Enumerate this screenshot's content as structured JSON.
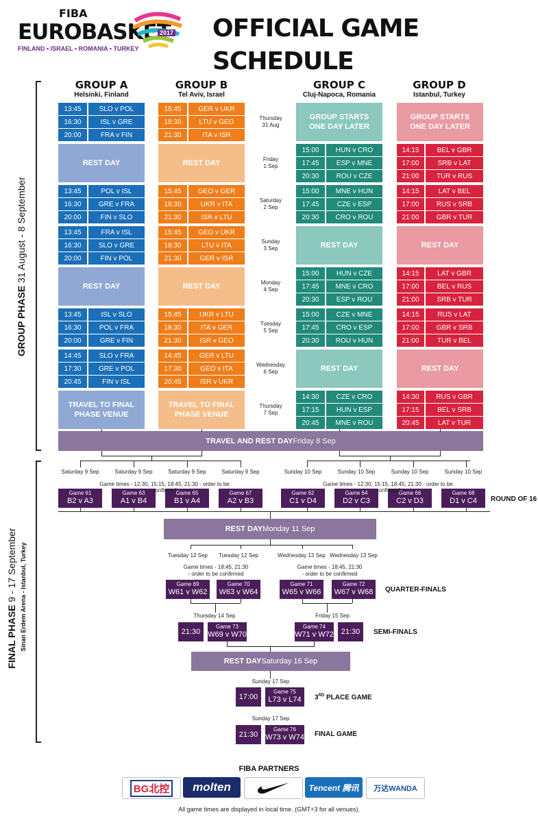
{
  "header": {
    "fiba": "FIBA",
    "eurobasket": "EUROBASKET",
    "hosts": "FINLAND • ISRAEL • ROMANIA • TURKEY",
    "year_badge": "2017",
    "title": "OFFICIAL GAME SCHEDULE"
  },
  "side_labels": {
    "group_phase_bold": "GROUP PHASE",
    "group_phase_dates": " 31 August - 8 September",
    "final_phase_bold": "FINAL PHASE",
    "final_phase_dates": " 9 - 17 September",
    "final_phase_venue": "Sinan Erdem Arena - Istanbul, Turkey"
  },
  "groups": [
    {
      "name": "GROUP A",
      "venue": "Helsinki, Finland"
    },
    {
      "name": "GROUP B",
      "venue": "Tel Aviv, Israel"
    },
    {
      "name": "GROUP C",
      "venue": "Cluj-Napoca, Romania"
    },
    {
      "name": "GROUP D",
      "venue": "Istanbul, Turkey"
    }
  ],
  "days": [
    {
      "day": "Thursday",
      "date": "31 Aug"
    },
    {
      "day": "Friday",
      "date": "1 Sep"
    },
    {
      "day": "Saturday",
      "date": "2 Sep"
    },
    {
      "day": "Sunday",
      "date": "3 Sep"
    },
    {
      "day": "Monday",
      "date": "4 Sep"
    },
    {
      "day": "Tuesday",
      "date": "5 Sep"
    },
    {
      "day": "Wednesday",
      "date": "6 Sep"
    },
    {
      "day": "Thursday",
      "date": "7 Sep"
    }
  ],
  "schedule": {
    "A": [
      [
        [
          "13:45",
          "SLO v POL"
        ],
        [
          "16:30",
          "ISL v GRE"
        ],
        [
          "20:00",
          "FRA v FIN"
        ]
      ],
      "REST DAY",
      [
        [
          "13:45",
          "POL v ISL"
        ],
        [
          "16:30",
          "GRE v FRA"
        ],
        [
          "20:00",
          "FIN v SLO"
        ]
      ],
      [
        [
          "13:45",
          "FRA v ISL"
        ],
        [
          "16:30",
          "SLO v GRE"
        ],
        [
          "20:00",
          "FIN v POL"
        ]
      ],
      "REST DAY",
      [
        [
          "13:45",
          "ISL v SLO"
        ],
        [
          "16:30",
          "POL v FRA"
        ],
        [
          "20:00",
          "GRE v FIN"
        ]
      ],
      [
        [
          "14:45",
          "SLO v FRA"
        ],
        [
          "17:30",
          "GRE v POL"
        ],
        [
          "20:45",
          "FIN v ISL"
        ]
      ],
      "TRAVEL TO FINAL PHASE VENUE"
    ],
    "B": [
      [
        [
          "15:45",
          "GER v UKR"
        ],
        [
          "18:30",
          "LTU v GEO"
        ],
        [
          "21:30",
          "ITA v ISR"
        ]
      ],
      "REST DAY",
      [
        [
          "15:45",
          "GEO v GER"
        ],
        [
          "18:30",
          "UKR v ITA"
        ],
        [
          "21:30",
          "ISR v LTU"
        ]
      ],
      [
        [
          "15:45",
          "GEO v UKR"
        ],
        [
          "18:30",
          "LTU v ITA"
        ],
        [
          "21:30",
          "GER v ISR"
        ]
      ],
      "REST DAY",
      [
        [
          "15:45",
          "UKR v LTU"
        ],
        [
          "18:30",
          "ITA v GER"
        ],
        [
          "21:30",
          "ISR v GEO"
        ]
      ],
      [
        [
          "14:45",
          "GER v LTU"
        ],
        [
          "17:30",
          "GEO v ITA"
        ],
        [
          "20:45",
          "ISR v UKR"
        ]
      ],
      "TRAVEL TO FINAL PHASE VENUE"
    ],
    "C": [
      "GROUP STARTS ONE DAY LATER",
      [
        [
          "15:00",
          "HUN v CRO"
        ],
        [
          "17:45",
          "ESP v MNE"
        ],
        [
          "20:30",
          "ROU v CZE"
        ]
      ],
      [
        [
          "15:00",
          "MNE v HUN"
        ],
        [
          "17:45",
          "CZE v ESP"
        ],
        [
          "20:30",
          "CRO v ROU"
        ]
      ],
      "REST DAY",
      [
        [
          "15:00",
          "HUN v CZE"
        ],
        [
          "17:45",
          "MNE v CRO"
        ],
        [
          "20:30",
          "ESP v ROU"
        ]
      ],
      [
        [
          "15:00",
          "CZE v MNE"
        ],
        [
          "17:45",
          "CRO v ESP"
        ],
        [
          "20:30",
          "ROU v HUN"
        ]
      ],
      "REST DAY",
      [
        [
          "14:30",
          "CZE v CRO"
        ],
        [
          "17:15",
          "HUN v ESP"
        ],
        [
          "20:45",
          "MNE v ROU"
        ]
      ]
    ],
    "D": [
      "GROUP STARTS ONE DAY LATER",
      [
        [
          "14:15",
          "BEL v GBR"
        ],
        [
          "17:00",
          "SRB v LAT"
        ],
        [
          "21:00",
          "TUR v RUS"
        ]
      ],
      [
        [
          "14:15",
          "LAT v BEL"
        ],
        [
          "17:00",
          "RUS v SRB"
        ],
        [
          "21:00",
          "GBR v TUR"
        ]
      ],
      "REST DAY",
      [
        [
          "14:15",
          "LAT v GBR"
        ],
        [
          "17:00",
          "BEL v RUS"
        ],
        [
          "21:00",
          "SRB v TUR"
        ]
      ],
      [
        [
          "14:15",
          "RUS v LAT"
        ],
        [
          "17:00",
          "GBR v SRB"
        ],
        [
          "21:00",
          "TUR v BEL"
        ]
      ],
      "REST DAY",
      [
        [
          "14:30",
          "RUS v GBR"
        ],
        [
          "17:15",
          "BEL v SRB"
        ],
        [
          "20:45",
          "LAT v TUR"
        ]
      ]
    ]
  },
  "travel_rest": {
    "bold": "TRAVEL AND REST DAY",
    "light": " Friday 8 Sep"
  },
  "round16": {
    "dates": [
      "Saturday 9 Sep",
      "Saturday 9 Sep",
      "Saturday 9 Sep",
      "Saturday 9 Sep",
      "Sunday 10 Sep",
      "Sunday 10 Sep",
      "Sunday 10 Sep",
      "Sunday 10 Sep"
    ],
    "note_left": "Game times - 12:30, 15:15, 18:45, 21:30 - order to be confirmed",
    "note_right": "Game times - 12:30, 15:15, 18:45, 21:30 - order to be confirmed",
    "games": [
      {
        "n": "Game 61",
        "m": "B2 v A3"
      },
      {
        "n": "Game 63",
        "m": "A1 v B4"
      },
      {
        "n": "Game 65",
        "m": "B1 v A4"
      },
      {
        "n": "Game 67",
        "m": "A2 v B3"
      },
      {
        "n": "Game 62",
        "m": "C1 v D4"
      },
      {
        "n": "Game 64",
        "m": "D2 v C3"
      },
      {
        "n": "Game 66",
        "m": "C2 v D3"
      },
      {
        "n": "Game 68",
        "m": "D1 v C4"
      }
    ],
    "label": "ROUND OF 16"
  },
  "rest1": {
    "bold": "REST DAY",
    "light": " Monday 11 Sep"
  },
  "qf": {
    "dates": [
      "Tuesday 12 Sep",
      "Tuesday 12 Sep",
      "Wednesday 13 Sep",
      "Wednesday 13 Sep"
    ],
    "note_a": "Game times - 18:45, 21:30",
    "note_b": "- order to be confirmed",
    "games": [
      {
        "n": "Game 69",
        "m": "W61 v W62"
      },
      {
        "n": "Game 70",
        "m": "W63 v W64"
      },
      {
        "n": "Game 71",
        "m": "W65 v W66"
      },
      {
        "n": "Game 72",
        "m": "W67 v W68"
      }
    ],
    "label": "QUARTER-FINALS"
  },
  "sf": {
    "dates": [
      "Thursday 14 Sep",
      "Friday 15 Sep"
    ],
    "times": [
      "21:30",
      "21:30"
    ],
    "games": [
      {
        "n": "Game 73",
        "m": "W69 v W70"
      },
      {
        "n": "Game 74",
        "m": "W71 v W72"
      }
    ],
    "label": "SEMI-FINALS"
  },
  "rest2": {
    "bold": "REST DAY",
    "light": " Saturday 16 Sep"
  },
  "third": {
    "date": "Sunday 17 Sep",
    "time": "17:00",
    "n": "Game 75",
    "m": "L73 v L74",
    "label_a": "3",
    "label_sup": "RD",
    "label_b": " PLACE GAME"
  },
  "final": {
    "date": "Sunday 17 Sep",
    "time": "21:30",
    "n": "Game 76",
    "m": "W73 v W74",
    "label": "FINAL GAME"
  },
  "partners": {
    "title": "FIBA PARTNERS",
    "logos": [
      "BG北控",
      "molten",
      "",
      "Tencent 腾讯",
      "万达WANDA"
    ]
  },
  "footnote": "All game times are displayed in local time. (GMT+3 for all venues)."
}
